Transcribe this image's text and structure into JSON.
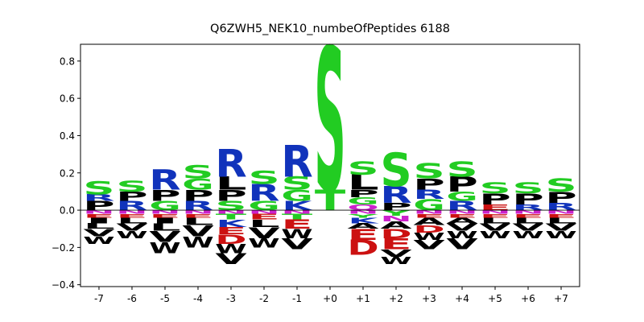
{
  "chart_data": {
    "type": "sequence-logo",
    "title": "Q6ZWH5_NEK10_numbeOfPeptides 6188",
    "positions": [
      "-7",
      "-6",
      "-5",
      "-4",
      "-3",
      "-2",
      "-1",
      "+0",
      "+1",
      "+2",
      "+3",
      "+4",
      "+5",
      "+6",
      "+7"
    ],
    "ylim": [
      -0.41,
      0.89
    ],
    "yticks": [
      -0.4,
      -0.2,
      0.0,
      0.2,
      0.4,
      0.6,
      0.8
    ],
    "ytick_labels": [
      "−0.4",
      "−0.2",
      "0.0",
      "0.2",
      "0.4",
      "0.6",
      "0.8"
    ],
    "grid": false,
    "colors": {
      "S": "#22cc22",
      "T": "#22cc22",
      "G": "#22cc22",
      "Y": "#22cc22",
      "C": "#22cc22",
      "R": "#1133bb",
      "K": "#1133bb",
      "H": "#1133bb",
      "D": "#cc1111",
      "E": "#cc1111",
      "N": "#cc22cc",
      "Q": "#cc22cc",
      "P": "#000000",
      "A": "#000000",
      "V": "#000000",
      "L": "#000000",
      "I": "#000000",
      "M": "#000000",
      "F": "#000000",
      "W": "#000000"
    },
    "columns": [
      {
        "pos": [
          [
            "P",
            0.05
          ],
          [
            "R",
            0.035
          ],
          [
            "S",
            0.07
          ]
        ],
        "neg": [
          [
            "N",
            0.02
          ],
          [
            "E",
            0.02
          ],
          [
            "I",
            0.03
          ],
          [
            "L",
            0.03
          ],
          [
            "V",
            0.04
          ],
          [
            "W",
            0.04
          ]
        ]
      },
      {
        "pos": [
          [
            "R",
            0.05
          ],
          [
            "P",
            0.05
          ],
          [
            "S",
            0.06
          ]
        ],
        "neg": [
          [
            "N",
            0.02
          ],
          [
            "E",
            0.02
          ],
          [
            "L",
            0.03
          ],
          [
            "V",
            0.04
          ],
          [
            "W",
            0.04
          ]
        ]
      },
      {
        "pos": [
          [
            "G",
            0.05
          ],
          [
            "P",
            0.06
          ],
          [
            "R",
            0.11
          ]
        ],
        "neg": [
          [
            "N",
            0.02
          ],
          [
            "E",
            0.02
          ],
          [
            "I",
            0.03
          ],
          [
            "L",
            0.04
          ],
          [
            "V",
            0.06
          ],
          [
            "W",
            0.06
          ]
        ]
      },
      {
        "pos": [
          [
            "R",
            0.05
          ],
          [
            "P",
            0.06
          ],
          [
            "G",
            0.06
          ],
          [
            "S",
            0.07
          ]
        ],
        "neg": [
          [
            "N",
            0.02
          ],
          [
            "E",
            0.02
          ],
          [
            "L",
            0.04
          ],
          [
            "V",
            0.06
          ],
          [
            "W",
            0.06
          ]
        ]
      },
      {
        "pos": [
          [
            "S",
            0.05
          ],
          [
            "P",
            0.06
          ],
          [
            "L",
            0.07
          ],
          [
            "R",
            0.15
          ]
        ],
        "neg": [
          [
            "N",
            0.02
          ],
          [
            "T",
            0.03
          ],
          [
            "K",
            0.04
          ],
          [
            "E",
            0.04
          ],
          [
            "D",
            0.05
          ],
          [
            "W",
            0.05
          ],
          [
            "V",
            0.06
          ]
        ]
      },
      {
        "pos": [
          [
            "G",
            0.05
          ],
          [
            "R",
            0.09
          ],
          [
            "S",
            0.07
          ]
        ],
        "neg": [
          [
            "N",
            0.02
          ],
          [
            "E",
            0.03
          ],
          [
            "L",
            0.04
          ],
          [
            "V",
            0.06
          ],
          [
            "W",
            0.05
          ]
        ]
      },
      {
        "pos": [
          [
            "K",
            0.05
          ],
          [
            "G",
            0.06
          ],
          [
            "S",
            0.07
          ],
          [
            "R",
            0.17
          ]
        ],
        "neg": [
          [
            "N",
            0.02
          ],
          [
            "T",
            0.03
          ],
          [
            "E",
            0.05
          ],
          [
            "W",
            0.05
          ],
          [
            "V",
            0.06
          ]
        ]
      },
      {
        "pos": [
          [
            "T",
            0.11
          ],
          [
            "S",
            0.77
          ]
        ],
        "neg": []
      },
      {
        "pos": [
          [
            "Q",
            0.03
          ],
          [
            "G",
            0.04
          ],
          [
            "P",
            0.04
          ],
          [
            "L",
            0.08
          ],
          [
            "S",
            0.07
          ]
        ],
        "neg": [
          [
            "N",
            0.02
          ],
          [
            "Y",
            0.02
          ],
          [
            "K",
            0.03
          ],
          [
            "A",
            0.03
          ],
          [
            "E",
            0.06
          ],
          [
            "D",
            0.08
          ]
        ]
      },
      {
        "pos": [
          [
            "P",
            0.04
          ],
          [
            "R",
            0.09
          ],
          [
            "S",
            0.18
          ]
        ],
        "neg": [
          [
            "Y",
            0.03
          ],
          [
            "N",
            0.03
          ],
          [
            "A",
            0.04
          ],
          [
            "D",
            0.05
          ],
          [
            "E",
            0.06
          ],
          [
            "V",
            0.04
          ],
          [
            "W",
            0.04
          ]
        ]
      },
      {
        "pos": [
          [
            "G",
            0.06
          ],
          [
            "R",
            0.05
          ],
          [
            "P",
            0.06
          ],
          [
            "S",
            0.08
          ]
        ],
        "neg": [
          [
            "N",
            0.02
          ],
          [
            "E",
            0.02
          ],
          [
            "A",
            0.04
          ],
          [
            "D",
            0.04
          ],
          [
            "W",
            0.04
          ],
          [
            "V",
            0.05
          ]
        ]
      },
      {
        "pos": [
          [
            "R",
            0.05
          ],
          [
            "G",
            0.05
          ],
          [
            "P",
            0.08
          ],
          [
            "S",
            0.08
          ]
        ],
        "neg": [
          [
            "N",
            0.02
          ],
          [
            "E",
            0.02
          ],
          [
            "A",
            0.03
          ],
          [
            "V",
            0.04
          ],
          [
            "W",
            0.04
          ],
          [
            "V",
            0.06
          ]
        ]
      },
      {
        "pos": [
          [
            "E",
            0.03
          ],
          [
            "P",
            0.06
          ],
          [
            "S",
            0.06
          ]
        ],
        "neg": [
          [
            "N",
            0.02
          ],
          [
            "E",
            0.02
          ],
          [
            "L",
            0.03
          ],
          [
            "V",
            0.04
          ],
          [
            "W",
            0.04
          ]
        ]
      },
      {
        "pos": [
          [
            "R",
            0.03
          ],
          [
            "P",
            0.06
          ],
          [
            "S",
            0.06
          ]
        ],
        "neg": [
          [
            "N",
            0.02
          ],
          [
            "E",
            0.02
          ],
          [
            "L",
            0.03
          ],
          [
            "V",
            0.04
          ],
          [
            "W",
            0.04
          ]
        ]
      },
      {
        "pos": [
          [
            "R",
            0.04
          ],
          [
            "P",
            0.06
          ],
          [
            "S",
            0.07
          ]
        ],
        "neg": [
          [
            "N",
            0.02
          ],
          [
            "E",
            0.02
          ],
          [
            "L",
            0.03
          ],
          [
            "V",
            0.04
          ],
          [
            "W",
            0.04
          ]
        ]
      }
    ]
  }
}
